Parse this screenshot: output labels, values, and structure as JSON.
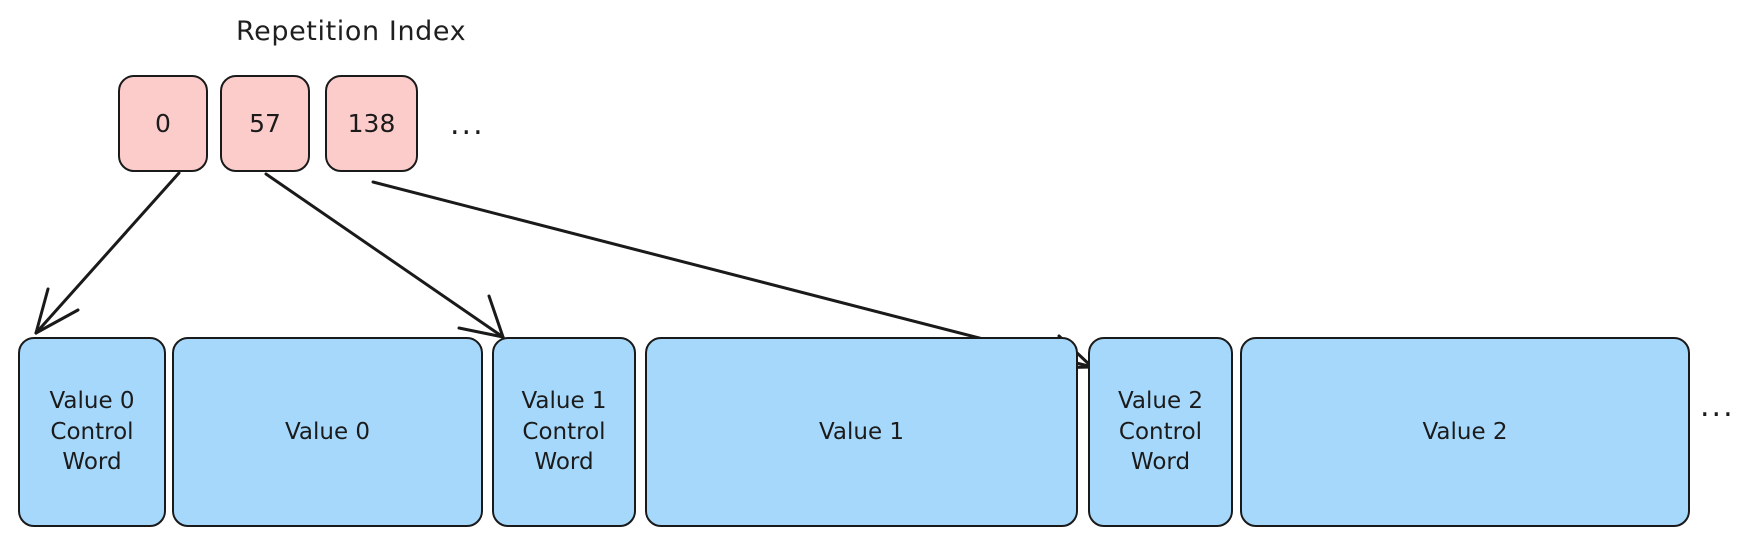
{
  "title": "Repetition Index",
  "colors": {
    "index_fill": "#fccccb",
    "value_fill": "#a6d8fc",
    "stroke": "#1a1a1a",
    "text": "#1b1b1b",
    "background": "#ffffff"
  },
  "index_row": {
    "label": "Repetition Index",
    "boxes": [
      {
        "value": "0"
      },
      {
        "value": "57"
      },
      {
        "value": "138"
      }
    ],
    "more": "..."
  },
  "value_row": {
    "boxes": [
      {
        "label": "Value 0\nControl\nWord"
      },
      {
        "label": "Value 0"
      },
      {
        "label": "Value 1\nControl\nWord"
      },
      {
        "label": "Value 1"
      },
      {
        "label": "Value 2\nControl\nWord"
      },
      {
        "label": "Value 2"
      }
    ],
    "more": "..."
  },
  "arrows": [
    {
      "from": "index-box-0",
      "to": "value-box-0-control-word"
    },
    {
      "from": "index-box-57",
      "to": "value-box-1-control-word"
    },
    {
      "from": "index-box-138",
      "to": "value-box-2-control-word"
    }
  ]
}
